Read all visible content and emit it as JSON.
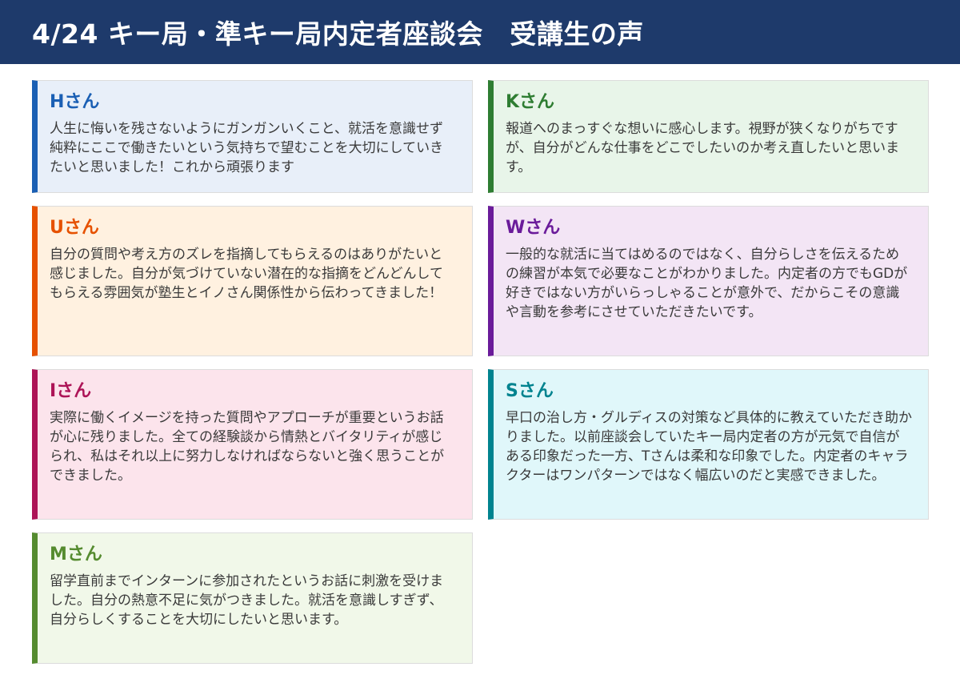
{
  "header": {
    "title": "4/24 キー局・準キー局内定者座談会　受講生の声"
  },
  "cards": [
    {
      "name": "Hさん",
      "accent": "#1a5fb4",
      "bg": "#e8eff9",
      "text": "人生に悔いを残さないようにガンガンいくこと、就活を意識せず純粋にここで働きたいという気持ちで望むことを大切にしていきたいと思いました！これから頑張ります"
    },
    {
      "name": "Kさん",
      "accent": "#2e7d32",
      "bg": "#e8f5e9",
      "text": "報道へのまっすぐな想いに感心します。視野が狭くなりがちですが、自分がどんな仕事をどこでしたいのか考え直したいと思います。"
    },
    {
      "name": "Uさん",
      "accent": "#e65100",
      "bg": "#fff1e0",
      "text": "自分の質問や考え方のズレを指摘してもらえるのはありがたいと感じました。自分が気づけていない潜在的な指摘をどんどんしてもらえる雰囲気が塾生とイノさん関係性から伝わってきました！"
    },
    {
      "name": "Wさん",
      "accent": "#6a1b9a",
      "bg": "#f3e5f5",
      "text": "一般的な就活に当てはめるのではなく、自分らしさを伝えるための練習が本気で必要なことがわかりました。内定者の方でもGDが好きではない方がいらっしゃることが意外で、だからこその意識や言動を参考にさせていただきたいです。"
    },
    {
      "name": "Iさん",
      "accent": "#ad1457",
      "bg": "#fce4ec",
      "text": "実際に働くイメージを持った質問やアプローチが重要というお話が心に残りました。全ての経験談から情熱とバイタリティが感じられ、私はそれ以上に努力しなければならないと強く思うことができました。"
    },
    {
      "name": "Sさん",
      "accent": "#00838f",
      "bg": "#e0f7fa",
      "text": "早口の治し方・グルディスの対策など具体的に教えていただき助かりました。以前座談会していたキー局内定者の方が元気で自信がある印象だった一方、Tさんは柔和な印象でした。内定者のキャラクターはワンパターンではなく幅広いのだと実感できました。"
    },
    {
      "name": "Mさん",
      "accent": "#558b2f",
      "bg": "#f1f8e9",
      "text": "留学直前までインターンに参加されたというお話に刺激を受けました。自分の熱意不足に気がつきました。就活を意識しすぎず、自分らしくすることを大切にしたいと思います。"
    }
  ]
}
